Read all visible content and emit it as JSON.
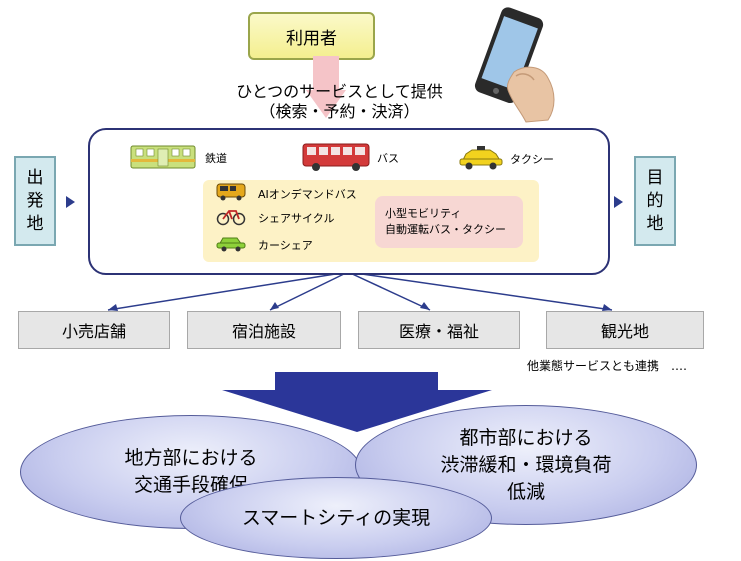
{
  "user_label": "利用者",
  "service": {
    "line1": "ひとつのサービスとして提供",
    "line2": "（検索・予約・決済）"
  },
  "departure": [
    "出",
    "発",
    "地"
  ],
  "destination": [
    "目",
    "的",
    "地"
  ],
  "transport": {
    "rail": "鉄道",
    "bus": "バス",
    "taxi": "タクシー"
  },
  "mobility": {
    "ai_bus": "AIオンデマンドバス",
    "bike": "シェアサイクル",
    "car": "カーシェア",
    "small_line1": "小型モビリティ",
    "small_line2": "自動運転バス・タクシー"
  },
  "sectors": [
    "小売店舗",
    "宿泊施設",
    "医療・福祉",
    "観光地"
  ],
  "other_services": "他業態サービスとも連携　‥‥",
  "outcomes": {
    "rural_line1": "地方部における",
    "rural_line2": "交通手段確保",
    "urban_line1": "都市部における",
    "urban_line2": "渋滞緩和・環境負荷",
    "urban_line3": "低減",
    "smart": "スマートシティの実現"
  },
  "colors": {
    "frame": "#2c3275",
    "user_box": "#f4ef8f",
    "side_box": "#d3e9ee",
    "inner_box": "#fdf2c6",
    "small_mobility": "#f7d7d3",
    "big_arrow": "#2b3699",
    "ellipse": "#c9cdef"
  }
}
